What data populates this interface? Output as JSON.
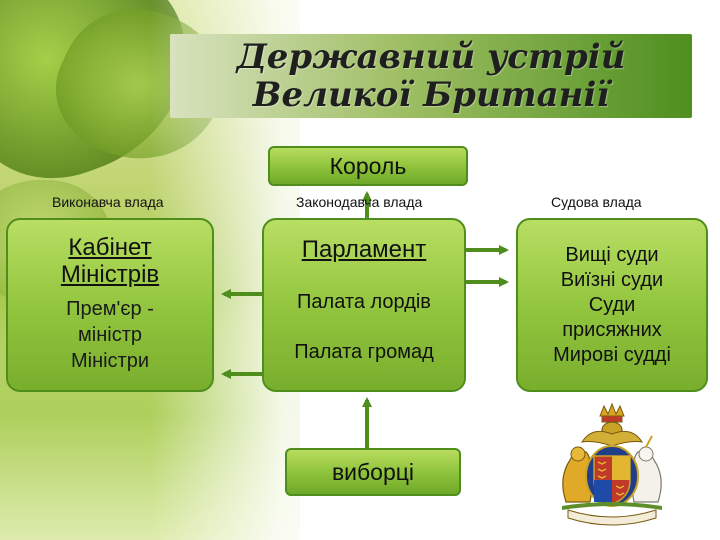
{
  "title": {
    "line1": "Державний устрій",
    "line2": "Великої Британії"
  },
  "king": "Король",
  "branches": {
    "executive": "Виконавча влада",
    "legislative": "Законодавча влада",
    "judicial": "Судова влада"
  },
  "cabinet": {
    "title_line1": "Кабінет",
    "title_line2": "Міністрів",
    "items": [
      "Прем'єр -",
      "міністр",
      "Міністри"
    ]
  },
  "parliament": {
    "title": "Парламент",
    "items": [
      "Палата лордів",
      "Палата громад"
    ]
  },
  "courts": {
    "items": [
      "Вищі суди",
      "Виїзні суди",
      "Суди",
      "присяжних",
      "Мирові судді"
    ]
  },
  "voters": "виборці",
  "colors": {
    "box_fill": "#93c63f",
    "box_border": "#4f8d1d",
    "arrow": "#4f8d1d"
  },
  "icons": {
    "coat_of_arms": "royal-coat-of-arms-icon"
  }
}
